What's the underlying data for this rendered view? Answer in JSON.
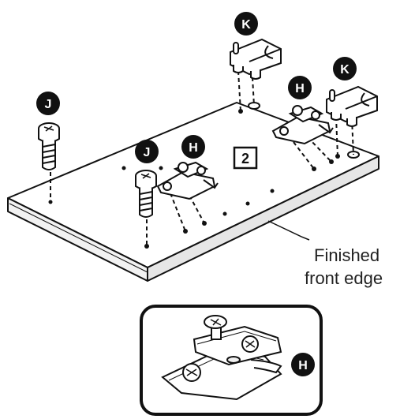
{
  "step_number": "2",
  "caption": {
    "line1": "Finished",
    "line2": "front edge"
  },
  "part_labels": {
    "j": "J",
    "k": "K",
    "h": "H"
  },
  "colors": {
    "ink": "#111111",
    "panel": "#ffffff",
    "badge": "#111111"
  }
}
